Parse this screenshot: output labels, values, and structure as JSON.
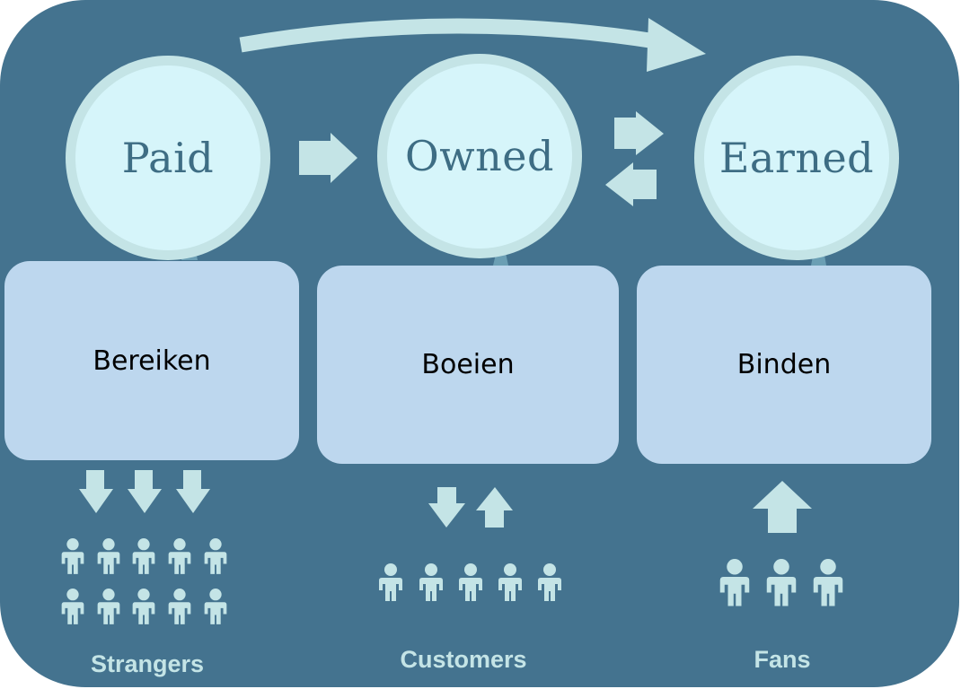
{
  "stages": [
    {
      "circle_label": "Paid",
      "box_label": "Bereiken",
      "group_label": "Strangers"
    },
    {
      "circle_label": "Owned",
      "box_label": "Boeien",
      "group_label": "Customers"
    },
    {
      "circle_label": "Earned",
      "box_label": "Binden",
      "group_label": "Fans"
    }
  ],
  "colors": {
    "background": "#44738f",
    "circle_outer": "#c4e4e6",
    "circle_inner": "#d6f5fa",
    "circle_text": "#3e6d84",
    "box_fill": "#bdd7ee",
    "arrow": "#c4e4e6",
    "person": "#c4e4e6",
    "group_text": "#c4e4e6"
  },
  "icons": {
    "person": "person-icon",
    "arrow_right": "arrow-right-icon",
    "arrow_left": "arrow-left-icon",
    "arrow_down": "arrow-down-icon",
    "arrow_up": "arrow-up-icon",
    "curved_arrow": "curved-arrow-icon"
  },
  "people_counts": {
    "strangers": 10,
    "customers": 5,
    "fans": 3
  }
}
